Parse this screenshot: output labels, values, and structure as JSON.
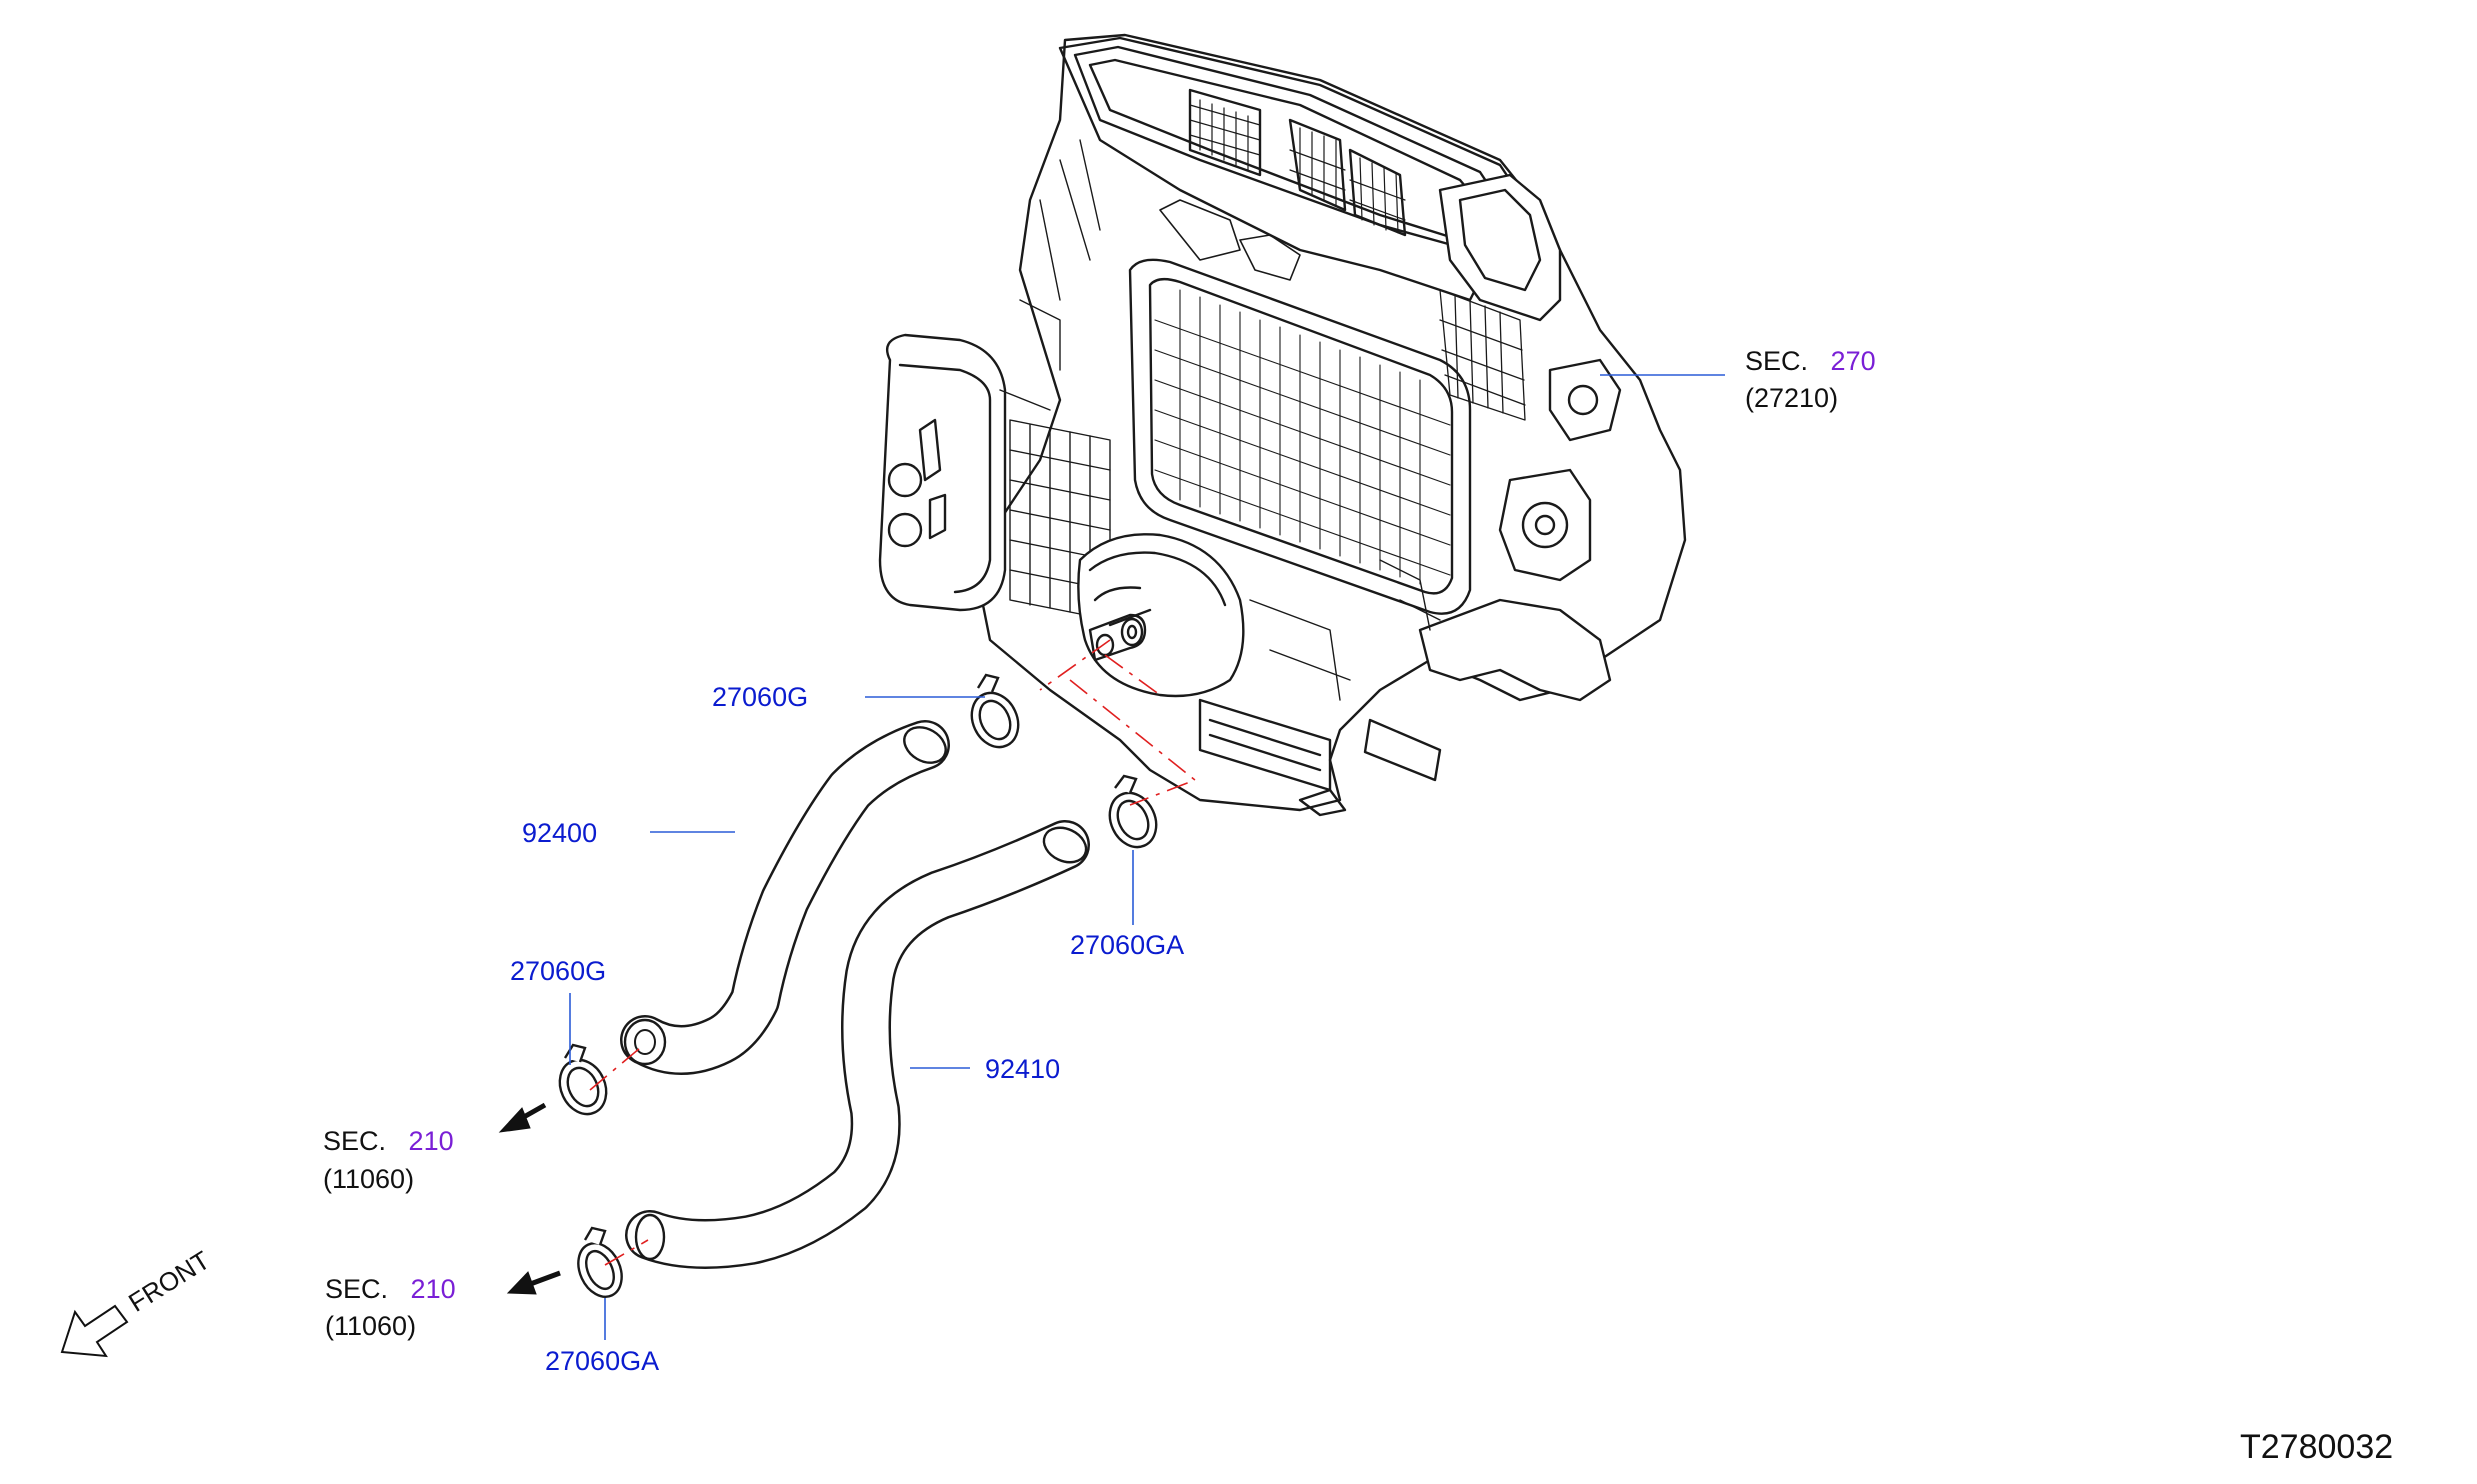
{
  "labels": {
    "hose_upper": "92400",
    "hose_lower": "92410",
    "clamp_g_top": "27060G",
    "clamp_g_bottom": "27060G",
    "clamp_ga_top": "27060GA",
    "clamp_ga_bottom": "27060GA"
  },
  "sections": {
    "heater_unit": {
      "prefix": "SEC.",
      "number": "270",
      "ref": "(27210)"
    },
    "engine_upper": {
      "prefix": "SEC.",
      "number": "210",
      "ref": "(11060)"
    },
    "engine_lower": {
      "prefix": "SEC.",
      "number": "210",
      "ref": "(11060)"
    }
  },
  "front_label": "FRONT",
  "diagram_code": "T2780032",
  "colors": {
    "line_art": "#1a1a1a",
    "leader_line": "#2a5bd7",
    "part_label": "#0b1ccf",
    "section_number": "#7a1fd6",
    "dash_line": "#e02020"
  }
}
